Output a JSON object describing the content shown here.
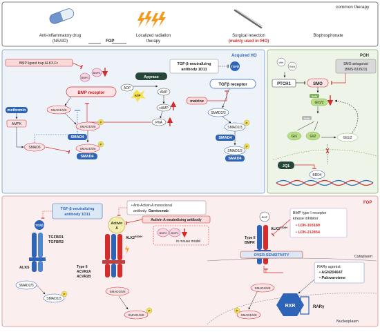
{
  "top": {
    "title": "common therapy",
    "nsaid": "Anti-inflammatory drug\n(NSAID)",
    "fop": "FOP",
    "radiation": "Localized radiation\ntherapy",
    "surgery": "Surgical resection",
    "surgery_note": "(mainly used in tHO)",
    "bisphosphonate": "Bisphosphonate"
  },
  "acquired": {
    "title": "Acquired HO",
    "bmp_trap": "BMP ligand trap ALK3-Fc",
    "bmp4": "BMP4",
    "bmp2": "BMP2",
    "bmp_receptor": "BMP receptor",
    "apyrase": "Apyrase",
    "adp": "ADP",
    "atp": "ATP",
    "amp": "AMP",
    "camp": "cAMP",
    "pka": "PKA",
    "metformin": "metformin",
    "ampk": "AMPK",
    "smad6": "SMAD6",
    "smad158": "SMAD1/5/8",
    "smad4": "SMAD4",
    "p": "P",
    "tgfb_ab": "TGF-β-neutralizing\nantibody 1D11",
    "tgfb": "TGFβ",
    "tgfb_receptor": "TGFβ receptor",
    "matrine": "matrine",
    "smad23": "SMAD2/3"
  },
  "poh": {
    "title": "POH",
    "ihh": "IHH",
    "shh": "SHH",
    "ptch1": "PTCH1",
    "smo": "SMO",
    "smo_antagonist": "SMO antagonist\n(BMS-833923)",
    "sufu": "Sufu",
    "gli12": "Gli1/2",
    "gli1": "Gli1",
    "gli2": "Gli2",
    "jq1": "JQ1",
    "brd4": "BRD4"
  },
  "fop": {
    "title": "FOP",
    "tgfb_ab": "TGF-β-neutralizing\nantibody 1D11",
    "tgfb": "TGFβ",
    "tgfbr": "TGFBR1\nTGFBR2",
    "alk5": "ALK5",
    "smad23": "SMAD2/3",
    "activin_mab_1": "Anti-Activin A monoclonal",
    "activin_mab_2": "antibody: ",
    "garetosmab": "Garetosmab",
    "activin": "Activin\nA",
    "activin_ab": "Activin A-neutralizing antibody",
    "bmp2": "BMP2",
    "bmp4": "BMP4",
    "mouse_model": "in mouse model",
    "alk2": "ALK2",
    "alk2_sup": "R206H",
    "type2": "Type II\nACVR2A\nACVR2B",
    "smad158": "SMAD1/5/8",
    "bmp": "BMP",
    "type2_bmpr": "Type II\nBMPR",
    "bmp_inhib_title": "BMP type I receptor\nkinase inhibitor",
    "ldn1": "LDN-193189",
    "ldn2": "LDN-212854",
    "over": "OVER-SENSITIVITY",
    "cytoplasm": "Cytoplasm",
    "rar_agonist": "RARγ agonist:",
    "agn": "AGN204647",
    "palo": "Palovarotene",
    "rxr": "RXR",
    "rarg": "RARγ",
    "nucleoplasm": "Nucleoplasm",
    "p": "P"
  },
  "colors": {
    "smad4_blue": "#2e64b8",
    "red": "#d62b2b",
    "blue_panel": "#eef3fa",
    "green_panel": "#eef5e8",
    "pink_panel": "#fbeeee"
  }
}
